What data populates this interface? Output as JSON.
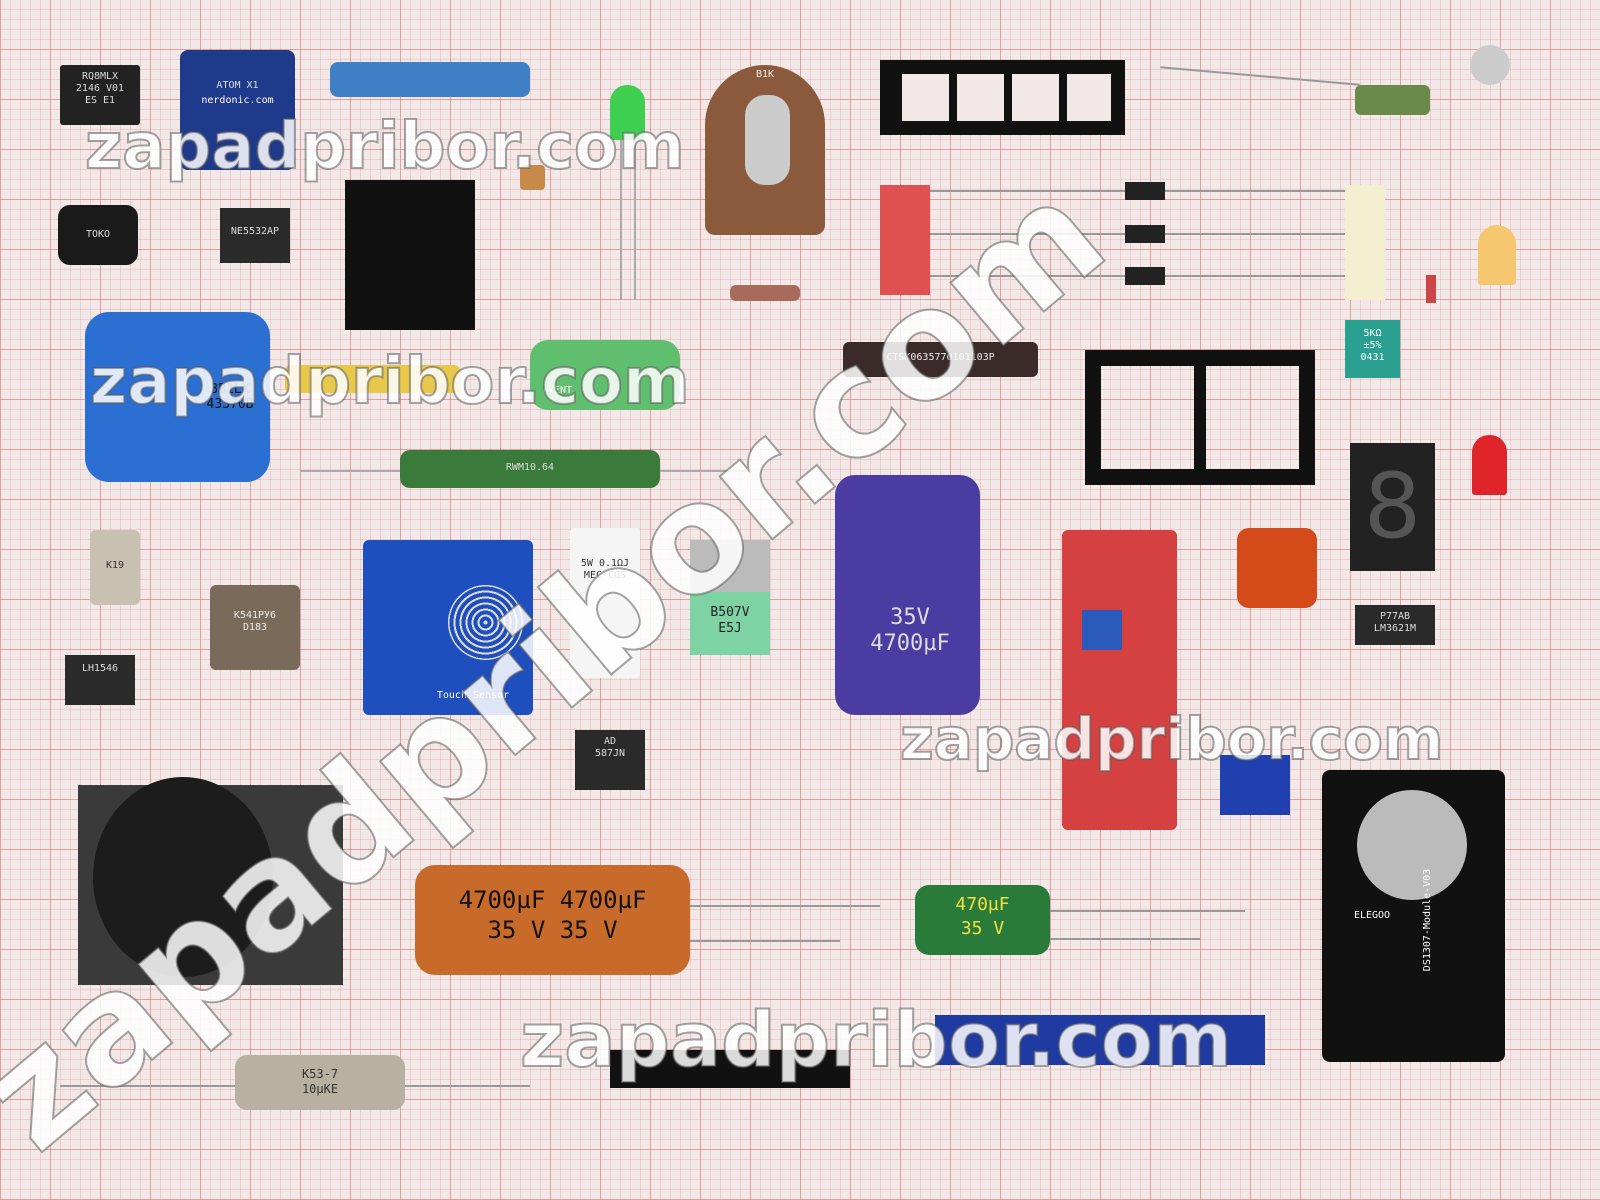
{
  "components": {
    "ic_rq8mlx": "RQ8MLX\n2146 V01\nES E1",
    "atom_board": "ATOM X1",
    "atom_site": "nerdonic.com",
    "ne5532": "NE5532AP",
    "inductor": "TOKO",
    "pot_marking": "B1K",
    "resistor_network": "CTSK0635770101103P",
    "wirewound": "RWM10.64",
    "trimmer_5k": "5KΩ\n±5%\n0431",
    "cap_elec_blue": "3B1LX\n43370B",
    "cap_green": "VENT",
    "ic_lm3621": "P77AB\nLM3621M",
    "power_resistor": "5W 0.1ΩJ\nMEC-CGS",
    "transistor": "B507V\nE5J",
    "cap_purple": "35V\n4700µF",
    "ad587": "AD\n587JN",
    "touch_sensor": "Touch Sensor",
    "lh1546": "LH1546",
    "k541": "К541РУ6\nD183",
    "k19": "К19",
    "cap_orange": "4700µF 4700µF\n35 V 35 V",
    "cap_470": "470µF\n35 V",
    "k53": "K53-7\n10µKE",
    "ds1307": "DS1307-Module-V03",
    "elegoo": "ELEGOO"
  },
  "watermark": "zapadpribor.com"
}
